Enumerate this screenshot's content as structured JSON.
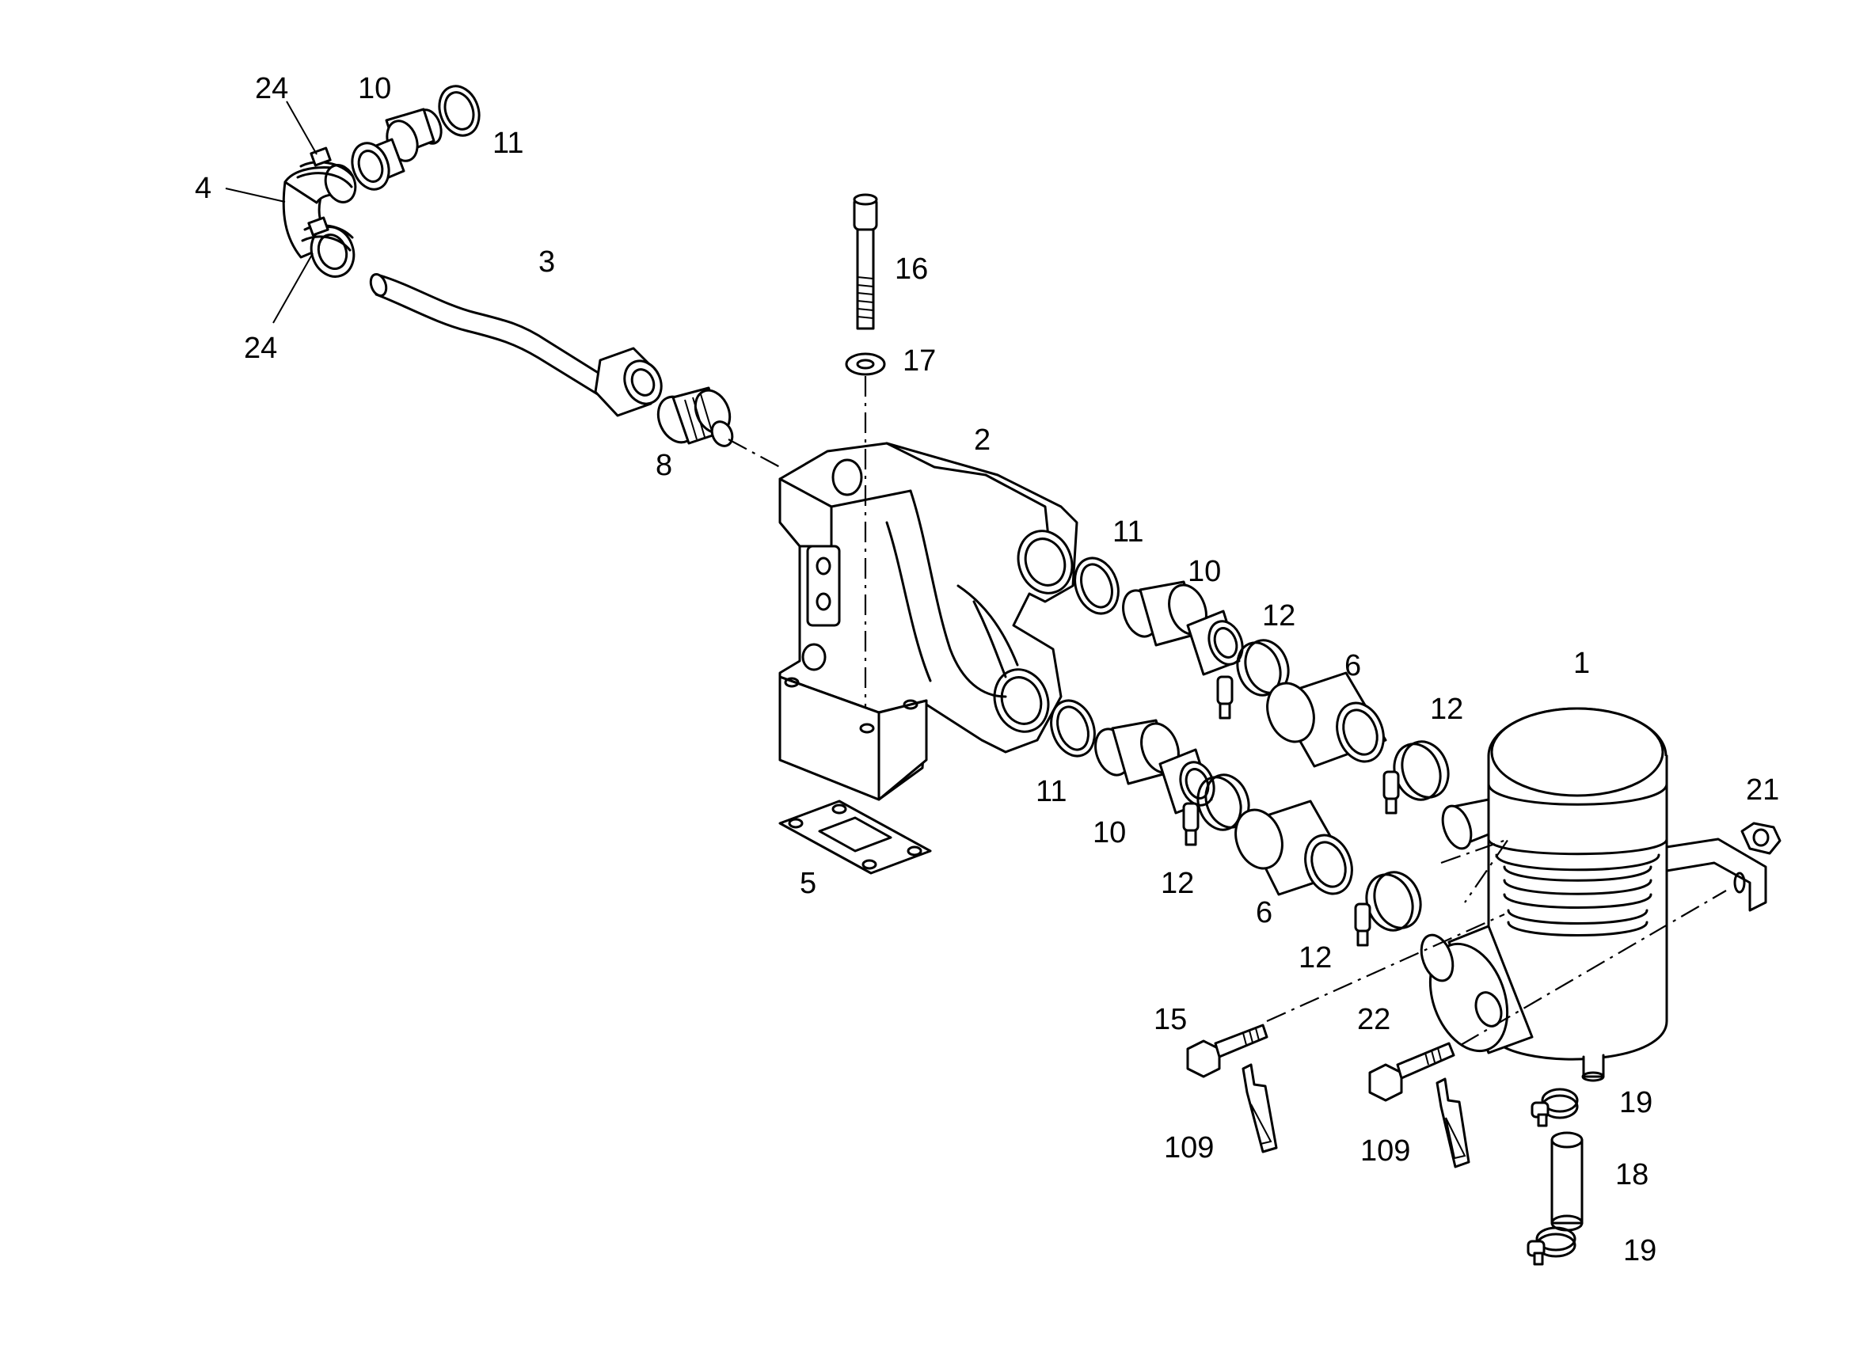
{
  "diagram": {
    "callouts": [
      {
        "id": "c24a",
        "label": "24"
      },
      {
        "id": "c10a",
        "label": "10"
      },
      {
        "id": "c11a",
        "label": "11"
      },
      {
        "id": "c4",
        "label": "4"
      },
      {
        "id": "c24b",
        "label": "24"
      },
      {
        "id": "c3",
        "label": "3"
      },
      {
        "id": "c16",
        "label": "16"
      },
      {
        "id": "c17",
        "label": "17"
      },
      {
        "id": "c8",
        "label": "8"
      },
      {
        "id": "c2",
        "label": "2"
      },
      {
        "id": "c11b",
        "label": "11"
      },
      {
        "id": "c10b",
        "label": "10"
      },
      {
        "id": "c12a",
        "label": "12"
      },
      {
        "id": "c6a",
        "label": "6"
      },
      {
        "id": "c1",
        "label": "1"
      },
      {
        "id": "c12b",
        "label": "12"
      },
      {
        "id": "c21",
        "label": "21"
      },
      {
        "id": "c11c",
        "label": "11"
      },
      {
        "id": "c10c",
        "label": "10"
      },
      {
        "id": "c12c",
        "label": "12"
      },
      {
        "id": "c6b",
        "label": "6"
      },
      {
        "id": "c12d",
        "label": "12"
      },
      {
        "id": "c5",
        "label": "5"
      },
      {
        "id": "c15",
        "label": "15"
      },
      {
        "id": "c22",
        "label": "22"
      },
      {
        "id": "c109a",
        "label": "109"
      },
      {
        "id": "c109b",
        "label": "109"
      },
      {
        "id": "c19a",
        "label": "19"
      },
      {
        "id": "c18",
        "label": "18"
      },
      {
        "id": "c19b",
        "label": "19"
      }
    ]
  }
}
